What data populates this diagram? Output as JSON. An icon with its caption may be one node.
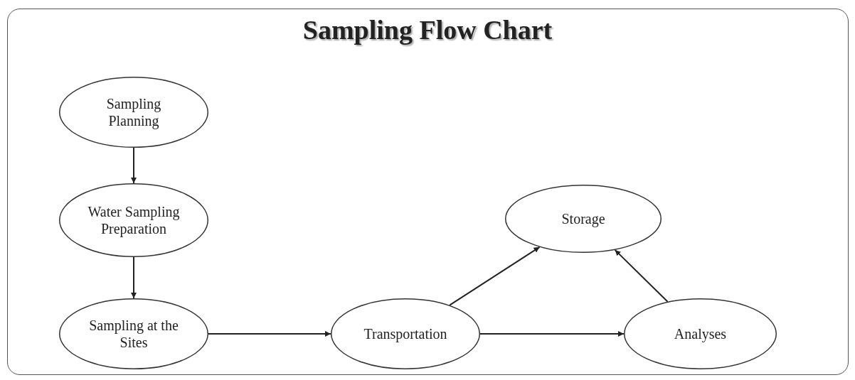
{
  "diagram": {
    "title": "Sampling Flow Chart",
    "nodes": [
      {
        "text": [
          "Sampling Planning"
        ]
      },
      {
        "text": [
          "Water Sampling Preparation"
        ]
      },
      {
        "text": [
          "Sampling at the Sites"
        ]
      },
      {
        "text": [
          "Transportation"
        ]
      },
      {
        "text": [
          "Storage"
        ]
      },
      {
        "text": [
          "Analyses"
        ]
      }
    ],
    "edges": [
      {
        "from": 0,
        "to": 1,
        "arrow": "to"
      },
      {
        "from": 1,
        "to": 2,
        "arrow": "to"
      },
      {
        "from": 2,
        "to": 3,
        "arrow": "to"
      },
      {
        "from": 3,
        "to": 4,
        "arrow": "to"
      },
      {
        "from": 3,
        "to": 5,
        "arrow": "to"
      },
      {
        "from": 5,
        "to": 4,
        "arrow": "to"
      }
    ]
  }
}
